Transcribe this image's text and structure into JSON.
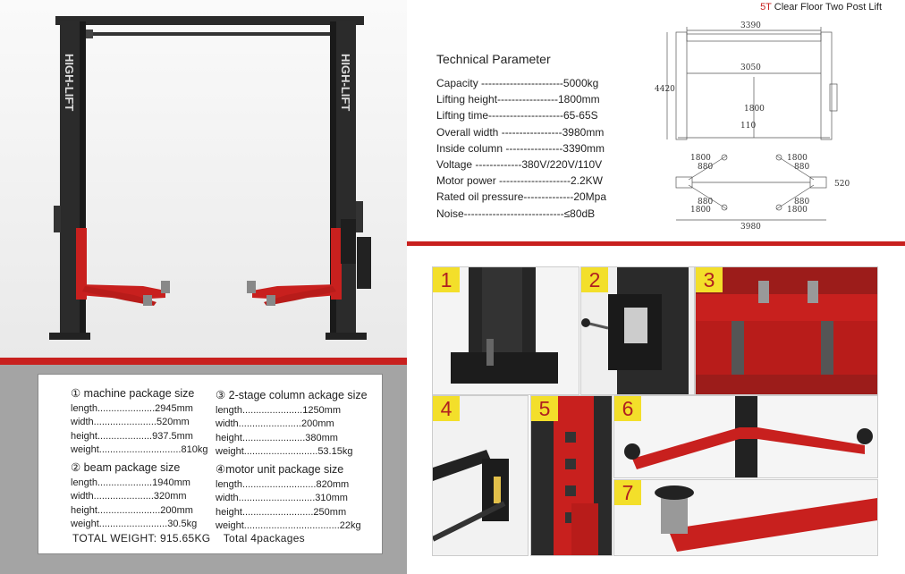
{
  "header": {
    "capacity_prefix": "5T",
    "title": "Clear Floor Two Post Lift"
  },
  "lift_brand": "HIGH-LIFT",
  "tech": {
    "title": "Technical Parameter",
    "params": [
      "Capacity -----------------------5000kg",
      "Lifting height-----------------1800mm",
      "Lifting time---------------------65-65S",
      "Overall width -----------------3980mm",
      "Inside column ----------------3390mm",
      "Voltage -------------380V/220V/110V",
      "Motor power --------------------2.2KW",
      "Rated oil pressure--------------20Mpa",
      "Noise----------------------------≤80dB"
    ]
  },
  "diagram": {
    "top_width": "3390",
    "height": "4420",
    "inner_width": "3050",
    "lift_height": "1800",
    "base": "110",
    "arm_long": "1800",
    "arm_short": "880",
    "pad": "520",
    "overall_width": "3980"
  },
  "packages": {
    "machine": {
      "title": "① machine package size",
      "rows": [
        "length.....................2945mm",
        " width.......................520mm",
        "height....................937.5mm",
        "weight..............................810kg"
      ]
    },
    "column": {
      "title": "③ 2-stage column ackage size",
      "rows": [
        "length......................1250mm",
        " width.......................200mm",
        " height.......................380mm",
        " weight...........................53.15kg"
      ]
    },
    "beam": {
      "title": "② beam package size",
      "rows": [
        "length....................1940mm",
        " width......................320mm",
        "height.......................200mm",
        "weight.........................30.5kg"
      ]
    },
    "motor": {
      "title": "④motor unit package size",
      "rows": [
        "length...........................820mm",
        " width............................310mm",
        "height..........................250mm",
        "weight...................................22kg"
      ]
    },
    "total": "TOTAL WEIGHT: 915.65KG    Total 4packages"
  },
  "details": [
    "1",
    "2",
    "3",
    "4",
    "5",
    "6",
    "7"
  ],
  "colors": {
    "accent": "#c8201e",
    "badge": "#f3df2a",
    "column": "#2a2a2a"
  }
}
